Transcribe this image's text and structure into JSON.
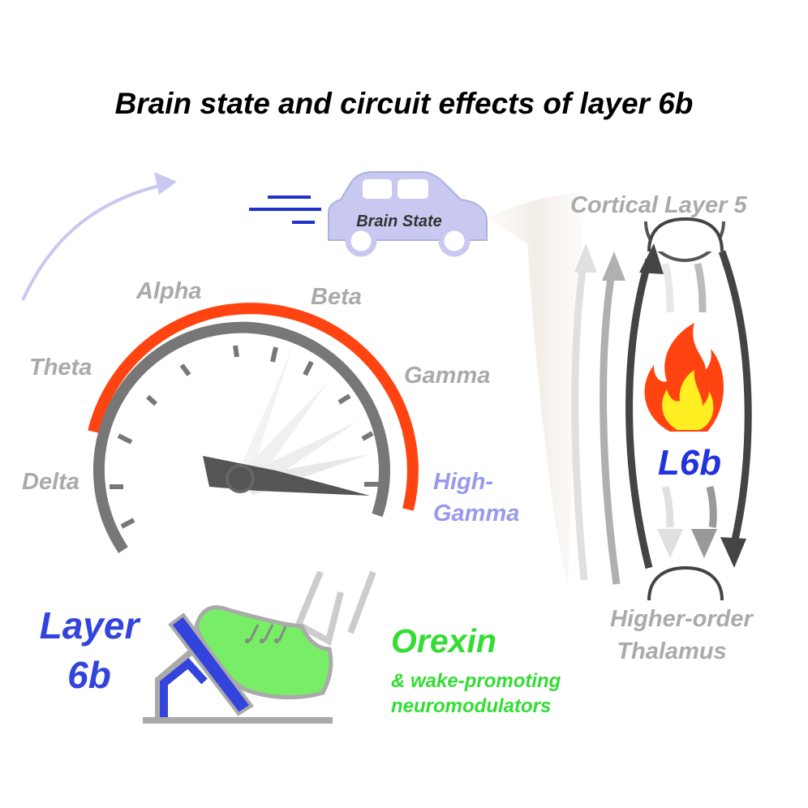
{
  "title": "Brain state and circuit effects of layer 6b",
  "car": {
    "label": "Brain State"
  },
  "speedometer": {
    "bands": {
      "delta": "Delta",
      "theta": "Theta",
      "alpha": "Alpha",
      "beta": "Beta",
      "gamma": "Gamma",
      "high_gamma_line1": "High-",
      "high_gamma_line2": "Gamma"
    }
  },
  "circuit": {
    "top_label": "Cortical Layer 5",
    "center_label": "L6b",
    "bottom_label_line1": "Higher-order",
    "bottom_label_line2": "Thalamus"
  },
  "pedal": {
    "layer_line1": "Layer",
    "layer_line2": "6b",
    "orexin": "Orexin",
    "neuromod_line1": "& wake-promoting",
    "neuromod_line2": "neuromodulators"
  },
  "colors": {
    "blue": "#3333dd",
    "green": "#33dd33",
    "red_orange": "#ff4411",
    "light_gray": "#aaaaaa",
    "dark_gray": "#555555",
    "lavender": "#c8c8f0",
    "high_gamma_purple": "#9999ee"
  }
}
